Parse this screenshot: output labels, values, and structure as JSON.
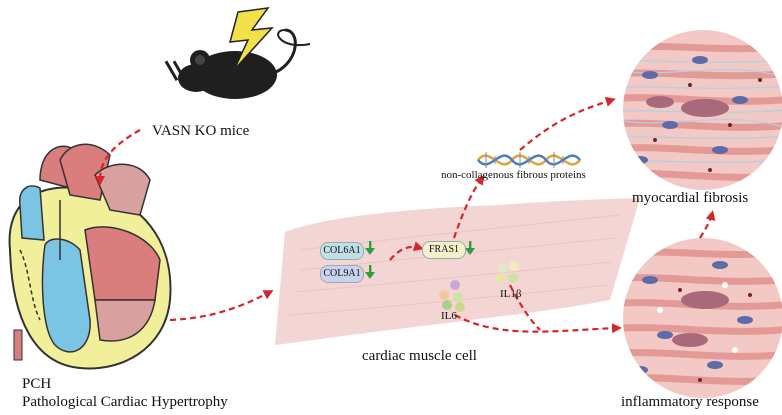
{
  "labels": {
    "mouse": "VASN  KO mice",
    "pch_short": "PCH",
    "pch_long": "Pathological Cardiac Hypertrophy",
    "muscle_cell": "cardiac muscle cell",
    "proteins": "non-collagenous fibrous proteins",
    "fibrosis": "myocardial fibrosis",
    "inflammation": "inflammatory response"
  },
  "genes": {
    "col6a1": "COL6A1",
    "col9a1": "COL9A1",
    "fras1": "FRAS1",
    "il6": "IL6",
    "il1b": "IL1β"
  },
  "colors": {
    "arrow": "#d6262b",
    "down_arrow": "#2e9e3a",
    "muscle": "#f3d6d3",
    "tissue_bg": "#f2c9c4",
    "nucleus": "#5f6aa8",
    "fiber": "#a9d3e6",
    "heart_red": "#d97d7d",
    "heart_blue": "#7cc4e4",
    "heart_yellow": "#f1ef9a"
  }
}
